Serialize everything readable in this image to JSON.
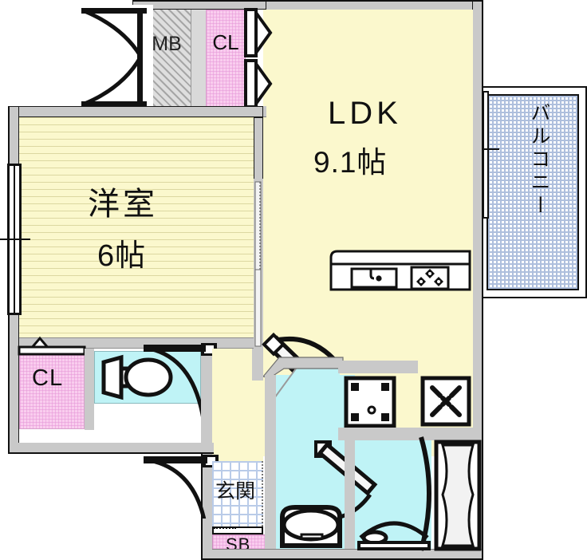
{
  "plan": {
    "type": "japanese-apartment-floorplan",
    "layout_code": "1LDK",
    "rooms": [
      {
        "id": "ldk",
        "label": "LDK",
        "size": "9.1帖",
        "floor": "flooring",
        "color": "#fbf8cd"
      },
      {
        "id": "washitsu",
        "label": "洋室",
        "size": "6帖",
        "floor": "flooring",
        "color": "#fbf8cd"
      },
      {
        "id": "balcony",
        "label": "バルコニー",
        "size": "",
        "floor": "tile",
        "color": "#dbe6f5"
      },
      {
        "id": "genkan",
        "label": "玄関",
        "size": "",
        "floor": "tile",
        "color": "#dbe6f5"
      }
    ],
    "storage": [
      {
        "id": "meter-box",
        "label": "MB",
        "fill": "hatch-gray"
      },
      {
        "id": "closet-ldk",
        "label": "CL",
        "fill": "pink"
      },
      {
        "id": "closet-bedroom",
        "label": "CL",
        "fill": "pink"
      },
      {
        "id": "shoe-box",
        "label": "SB",
        "fill": "pink"
      }
    ],
    "fixtures": [
      {
        "id": "kitchen-counter",
        "name": "kitchen-sink-and-stove",
        "burners": 3
      },
      {
        "id": "toilet",
        "name": "toilet"
      },
      {
        "id": "bathtub",
        "name": "bathtub"
      },
      {
        "id": "vanity",
        "name": "wash-basin"
      },
      {
        "id": "washer-pan",
        "name": "washing-machine-space"
      },
      {
        "id": "vent-square",
        "name": "ventilation-panel"
      }
    ],
    "colors": {
      "floor_yellow": "#fbf8cd",
      "water_cyan": "#bff3f6",
      "storage_pink": "#f8c8ec",
      "balcony_blue": "#aebfdd",
      "wall_gray": "#c9c9c9",
      "outline_black": "#111111"
    }
  },
  "labels": {
    "ldk_name": "LDK",
    "ldk_size": "9.1帖",
    "bedroom_name": "洋室",
    "bedroom_size": "6帖",
    "balcony": "バルコニー",
    "genkan": "玄関",
    "meter_box": "MB",
    "closet_top": "CL",
    "closet_bedroom": "CL",
    "shoe_box": "SB"
  }
}
